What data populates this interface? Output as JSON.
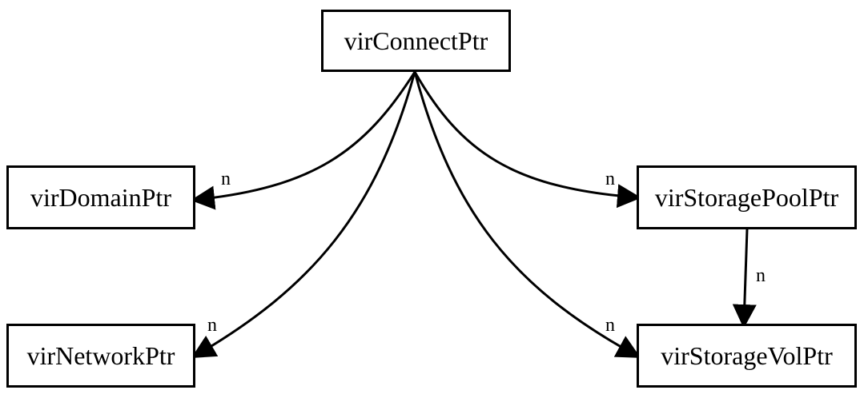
{
  "nodes": {
    "connect": "virConnectPtr",
    "domain": "virDomainPtr",
    "network": "virNetworkPtr",
    "storage_pool": "virStoragePoolPtr",
    "storage_vol": "virStorageVolPtr"
  },
  "edges": [
    {
      "from": "connect",
      "to": "domain",
      "label": "n"
    },
    {
      "from": "connect",
      "to": "network",
      "label": "n"
    },
    {
      "from": "connect",
      "to": "storage_pool",
      "label": "n"
    },
    {
      "from": "connect",
      "to": "storage_vol",
      "label": "n"
    },
    {
      "from": "storage_pool",
      "to": "storage_vol",
      "label": "n"
    }
  ],
  "colors": {
    "stroke": "#000000",
    "background": "#ffffff"
  }
}
